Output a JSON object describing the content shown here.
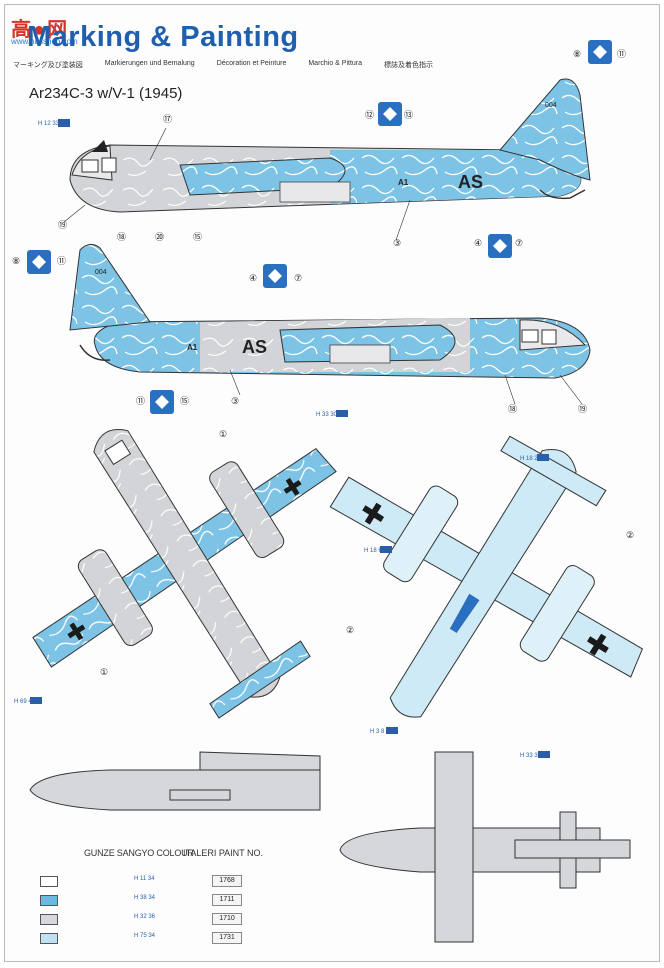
{
  "watermark": {
    "text": "高●网",
    "url": "www.hasshop.com"
  },
  "title": "Marking & Painting",
  "subtitles": [
    "マーキング及び塗装図",
    "Markierungen und Bemalung",
    "Décoration et Peinture",
    "Marchio & Pittura",
    "標誌及着色指示"
  ],
  "model": "Ar234C-3 w/V-1 (1945)",
  "callouts": {
    "c3": "③",
    "c4": "④",
    "c7": "⑦",
    "c8": "⑧",
    "c11": "⑪",
    "c12": "⑫",
    "c13": "⑬",
    "c15": "⑮",
    "c17": "⑰",
    "c18": "⑱",
    "c19": "⑲",
    "c20": "⑳",
    "c1": "①",
    "c2": "②"
  },
  "codes": {
    "as": "AS",
    "a1": "A1",
    "num004": "004"
  },
  "paint_refs": {
    "r1": "H 12 33",
    "r2": "H 69 47",
    "r3": "H 33 30",
    "r4": "H 18 28",
    "r5": "H 18 60",
    "r6": "H 3 8",
    "r7": "H 33 35"
  },
  "legend": {
    "header_gunze": "GUNZE SANGYO COLOUR",
    "header_italeri": "ITALERI PAINT NO.",
    "rows": [
      {
        "color": "#ffffff",
        "code": "H 11 34",
        "no": "1768"
      },
      {
        "color": "#6cb8de",
        "code": "H 38 34",
        "no": "1711"
      },
      {
        "color": "#d8d8dc",
        "code": "H 32 36",
        "no": "1710"
      },
      {
        "color": "#bfe2f2",
        "code": "H 75 34",
        "no": "1731"
      }
    ]
  },
  "colors": {
    "title": "#1f5fae",
    "light_blue": "#6cb8de",
    "pale_blue": "#cdeaf6",
    "grey": "#cfd0d4",
    "cross": "#1a1a1a"
  }
}
